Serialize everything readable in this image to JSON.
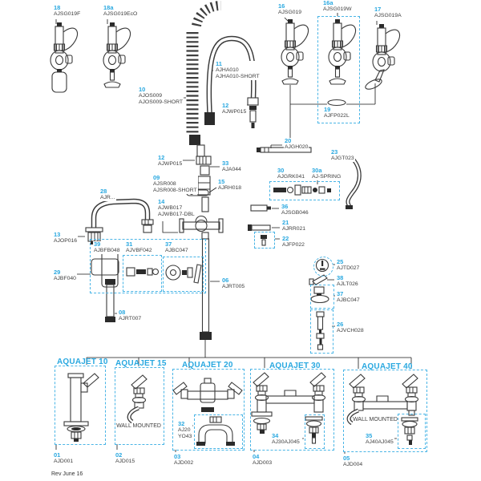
{
  "colors": {
    "accent": "#29a8e0",
    "text": "#3d3d3d",
    "box_dash": "#4ab5e6",
    "line": "#1a1a1a"
  },
  "footer": {
    "rev": "Rev June 16"
  },
  "sections": [
    {
      "title": "AQUAJET 10"
    },
    {
      "title": "AQUAJET 15",
      "note": "WALL MOUNTED"
    },
    {
      "title": "AQUAJET 20"
    },
    {
      "title": "AQUAJET 30"
    },
    {
      "title": "AQUAJET 40",
      "note": "WALL MOUNTED"
    }
  ],
  "callouts": [
    {
      "num": "18",
      "parts": [
        "AJSG019F"
      ]
    },
    {
      "num": "18a",
      "parts": [
        "AJSG019EcO"
      ]
    },
    {
      "num": "10",
      "parts": [
        "AJOS009",
        "AJOS009-SHORT"
      ]
    },
    {
      "num": "11",
      "parts": [
        "AJHA010",
        "AJHA010-SHORT"
      ]
    },
    {
      "num": "12",
      "parts": [
        "AJWP015"
      ]
    },
    {
      "num": "16",
      "parts": [
        "AJSG019"
      ]
    },
    {
      "num": "16a",
      "parts": [
        "AJSG019W"
      ]
    },
    {
      "num": "17",
      "parts": [
        "AJSG019A"
      ]
    },
    {
      "num": "19",
      "parts": [
        "AJFP022L"
      ]
    },
    {
      "num": "12",
      "parts": [
        "AJWP015"
      ]
    },
    {
      "num": "33",
      "parts": [
        "AJA044"
      ]
    },
    {
      "num": "09",
      "parts": [
        "AJSR008",
        "AJSR008-SHORT"
      ]
    },
    {
      "num": "15",
      "parts": [
        "AJRH018"
      ]
    },
    {
      "num": "14",
      "parts": [
        "AJWB017",
        "AJWB017-DBL"
      ]
    },
    {
      "num": "28",
      "parts": [
        "AJR..."
      ]
    },
    {
      "num": "13",
      "parts": [
        "AJOP016"
      ]
    },
    {
      "num": "39",
      "parts": [
        "AJBFB048"
      ]
    },
    {
      "num": "31",
      "parts": [
        "AJVBF042"
      ]
    },
    {
      "num": "37",
      "parts": [
        "AJBC047"
      ]
    },
    {
      "num": "29",
      "parts": [
        "AJBF040"
      ]
    },
    {
      "num": "08",
      "parts": [
        "AJRT007"
      ]
    },
    {
      "num": "06",
      "parts": [
        "AJRT005"
      ]
    },
    {
      "num": "20",
      "parts": [
        "AJGH020"
      ]
    },
    {
      "num": "23",
      "parts": [
        "AJGT023"
      ]
    },
    {
      "num": "30",
      "parts": [
        "AJGRK041"
      ]
    },
    {
      "num": "30a",
      "parts": [
        "AJ-SPRING"
      ]
    },
    {
      "num": "36",
      "parts": [
        "AJSGB046"
      ]
    },
    {
      "num": "21",
      "parts": [
        "AJRR021"
      ]
    },
    {
      "num": "22",
      "parts": [
        "AJFP022"
      ]
    },
    {
      "num": "25",
      "parts": [
        "AJTD027"
      ]
    },
    {
      "num": "38",
      "parts": [
        "AJLT026"
      ]
    },
    {
      "num": "37",
      "parts": [
        "AJBC047"
      ]
    },
    {
      "num": "26",
      "parts": [
        "AJVCH028"
      ]
    },
    {
      "num": "32",
      "parts": [
        "AJ20",
        "YO43"
      ]
    },
    {
      "num": "34",
      "parts": [
        "AJ30AJ045"
      ]
    },
    {
      "num": "35",
      "parts": [
        "AJ40AJ045"
      ]
    },
    {
      "num": "01",
      "parts": [
        "AJD001"
      ]
    },
    {
      "num": "02",
      "parts": [
        "AJD015"
      ]
    },
    {
      "num": "03",
      "parts": [
        "AJD002"
      ]
    },
    {
      "num": "04",
      "parts": [
        "AJD003"
      ]
    },
    {
      "num": "05",
      "parts": [
        "AJD004"
      ]
    }
  ]
}
